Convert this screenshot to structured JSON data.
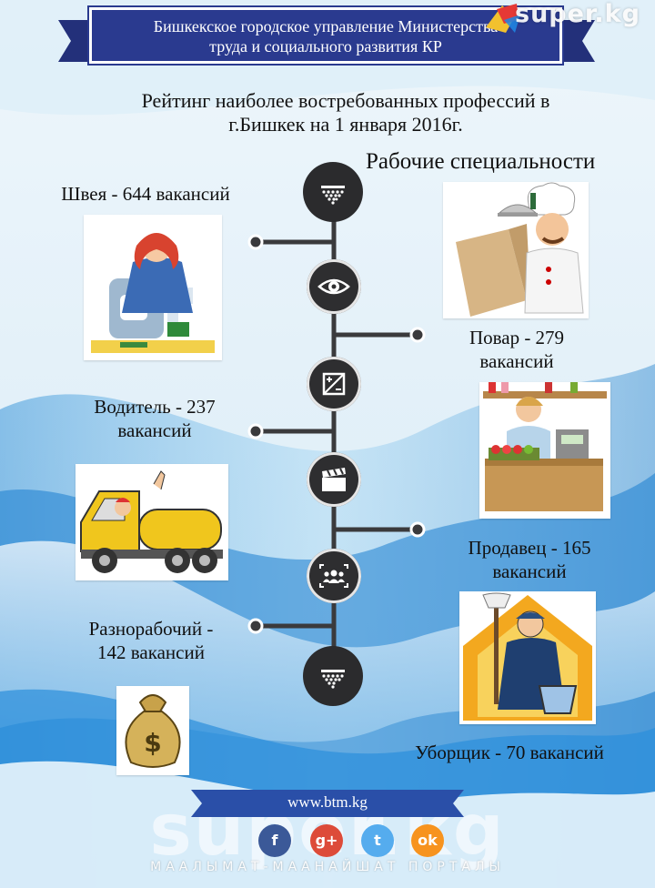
{
  "banner": {
    "line1": "Бишкекское городское управление Министерства",
    "line2": "труда и социального развития КР"
  },
  "watermark": {
    "logo_text": "super.kg"
  },
  "headline": {
    "line1": "Рейтинг наиболее востребованных профессий в",
    "line2": "г.Бишкек на 1 января  2016г."
  },
  "section_title": "Рабочие специальности",
  "professions": {
    "shveya": "Швея - 644 вакансий",
    "povar_1": "Повар - 279",
    "povar_2": "вакансий",
    "voditel_1": "Водитель - 237",
    "voditel_2": "вакансий",
    "prodavets_1": "Продавец - 165",
    "prodavets_2": "вакансий",
    "raznorab_1": "Разнорабочий -",
    "raznorab_2": "142 вакансий",
    "uborshik": "Уборщик - 70 вакансий"
  },
  "icons": [
    "funnel-icon",
    "eye-icon",
    "exposure-icon",
    "clapperboard-icon",
    "group-icon",
    "funnel-icon",
    "money-bag-icon",
    "facebook-icon",
    "google-plus-icon",
    "twitter-icon",
    "odnoklassniki-icon"
  ],
  "footer": {
    "url": "www.btm.kg",
    "big_logo": "super.kg",
    "portal": "МААЛЫМАТ-МААНАЙШАТ ПОРТАЛЫ",
    "social": {
      "fb": "f",
      "gplus": "g+",
      "tw": "t",
      "ok": "ok"
    }
  },
  "colors": {
    "banner": "#2a3a8f",
    "node": "#2e2e30",
    "facebook": "#3b5998",
    "gplus": "#dd4b39",
    "twitter": "#55acee",
    "ok": "#f7931e"
  }
}
